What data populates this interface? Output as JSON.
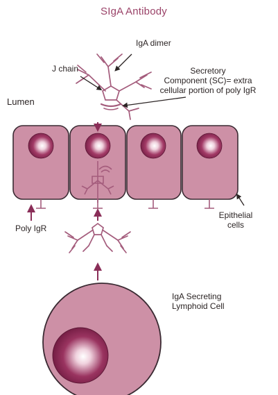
{
  "diagram": {
    "title": "SIgA Antibody",
    "labels": {
      "iga_dimer": "IgA dimer",
      "j_chain": "J chain",
      "secretory_component": [
        "Secretory",
        "Component (SC)= extra",
        "cellular portion of poly IgR"
      ],
      "lumen": "Lumen",
      "poly_igr": "Poly IgR",
      "epithelial_cells": [
        "Epithelial",
        "cells"
      ],
      "iga_secreting_cell": [
        "IgA Secreting",
        "Lymphoid Cell"
      ]
    },
    "colors": {
      "cell_fill": "#cd90a6",
      "cell_stroke": "#3a2a32",
      "nucleus": "#8a2450",
      "nucleus_highlight": "#ffffff",
      "antibody": "#a45c7c",
      "arrow": "#8a2e58",
      "text": "#2b2424",
      "title": "#9a4268"
    },
    "icons": [
      "antibody-y-shape",
      "nucleus-sphere",
      "arrow-up"
    ]
  }
}
